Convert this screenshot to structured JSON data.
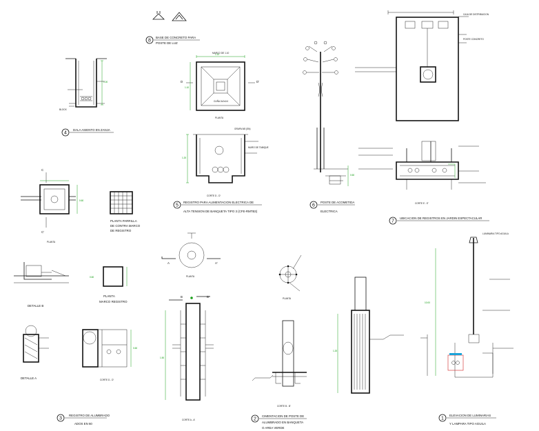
{
  "details": [
    {
      "num": "1",
      "title": [
        "ELEVACION DE LUMINARIAS",
        "Y LAMPARA TIPO AGUILA"
      ]
    },
    {
      "num": "2",
      "title": [
        "CIMENTACION DE POSTE DE",
        "ALUMBRADO EN BANQUETA",
        "O AREA VERDE"
      ]
    },
    {
      "num": "3",
      "title": [
        "REGISTRO DE ALUMBRADO",
        "ADOS EN 60"
      ]
    },
    {
      "num": "4",
      "title": [
        "DALA ASIENTO EN ZANJA"
      ]
    },
    {
      "num": "5",
      "title": [
        "REGISTRO PARA ALIMENTACION ELECTRICA DE",
        "ALTA TENSION DE BANQUETA TIPO 3 (CFE-RMTB3)"
      ]
    },
    {
      "num": "6",
      "title": [
        "POSTE DE ACOMETIDA",
        "ELECTRICA"
      ]
    },
    {
      "num": "7",
      "title": [
        "UBICACION DE REGISTROS EN JARDIN ESPECTACULAR"
      ]
    },
    {
      "num": "8",
      "title": [
        "BASE DE CONCRETO PARA",
        "POSTE DE LUZ"
      ]
    }
  ],
  "labels": {
    "planta": "PLANTA",
    "planta_parrilla": [
      "PLANTA PARRILLA",
      "DE CONTRA MARCO",
      "DE REGISTRO"
    ],
    "planta_marco": [
      "PLANTA",
      "MARCO REGISTRO"
    ],
    "detalle_b": "DETALLE B",
    "detalle_a": "DETALLE A",
    "corte_dd": "CORTE D - D'",
    "corte_ee": "CORTE E - E'",
    "corte_aa": "CORTE A - A'",
    "corte_bb": "CORTE B - B'",
    "sec_d": "D",
    "sec_d2": "D'",
    "sec_a": "A",
    "sec_a2": "A'",
    "sec_b": "B",
    "sec_b2": "B'",
    "sec_c": "C",
    "sec_c2": "C'"
  },
  "colors": {
    "ink": "#111111",
    "dimension": "#19a019",
    "highlight": "#d02020",
    "accent": "#1aa3d9"
  }
}
